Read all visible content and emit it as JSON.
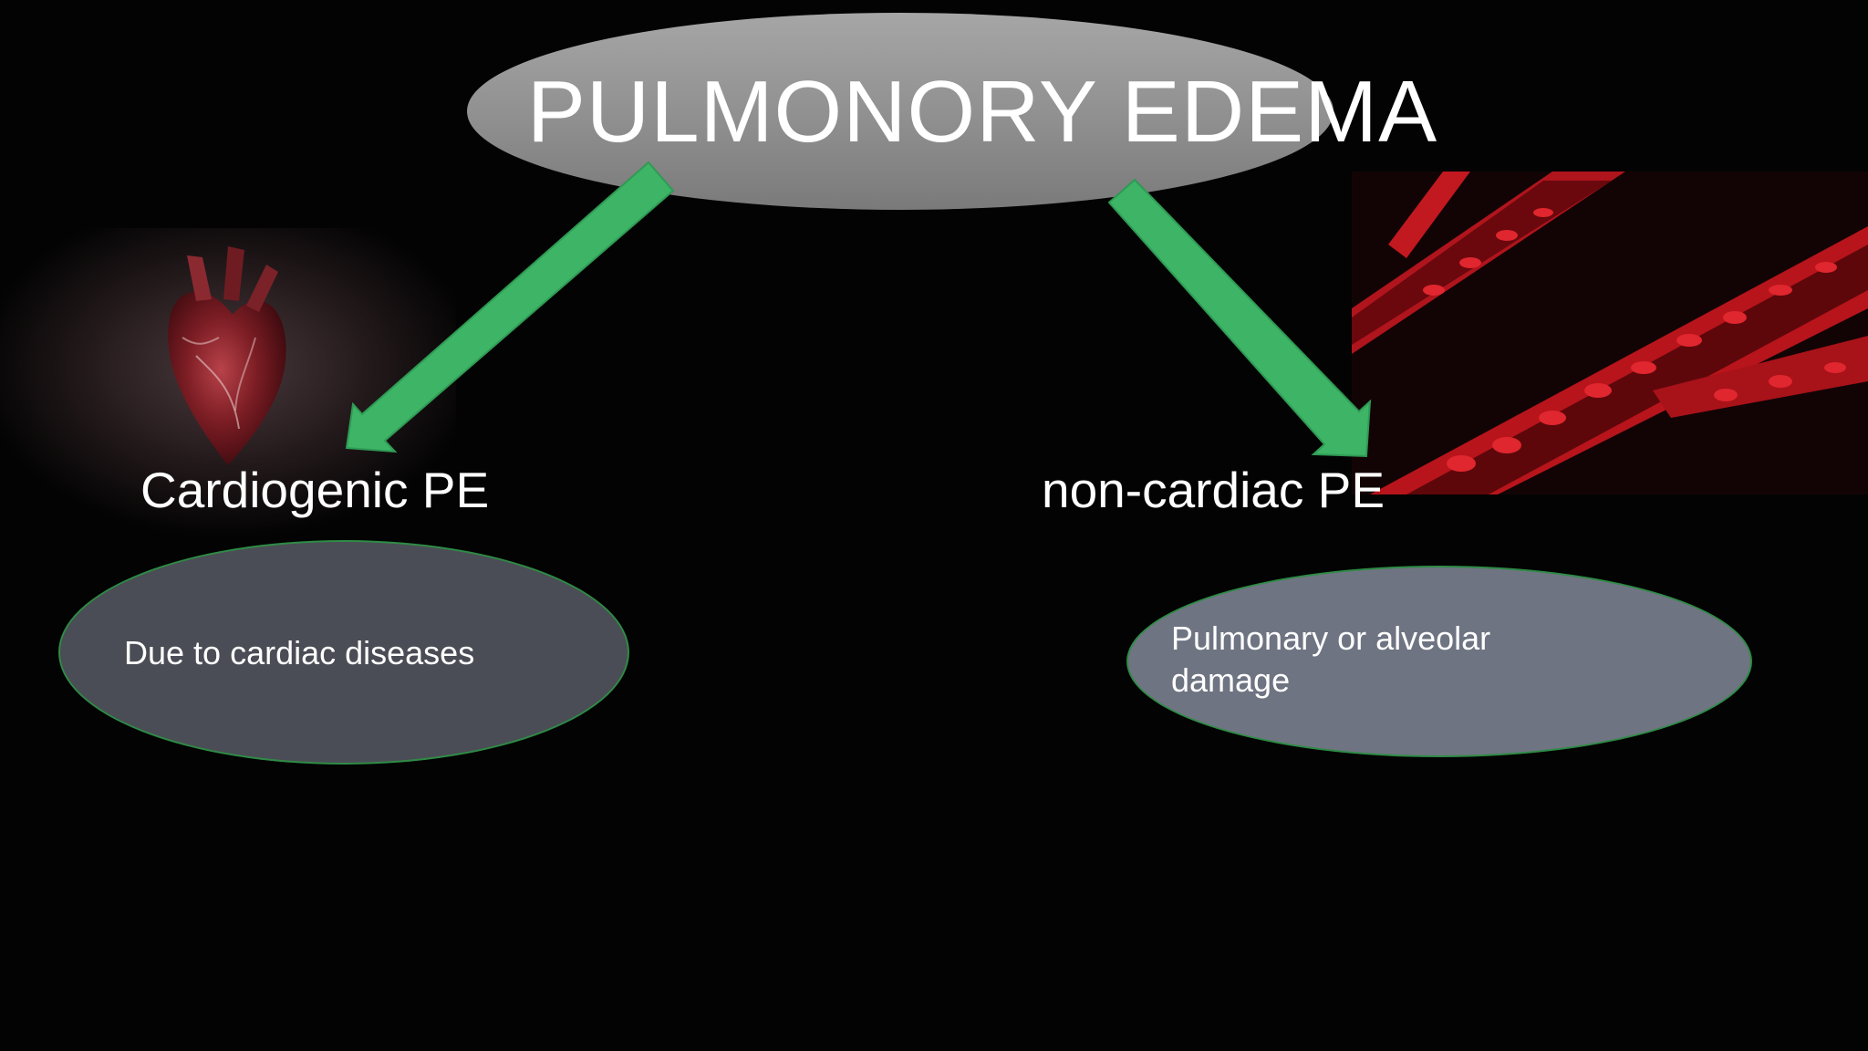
{
  "title": "PULMONORY EDEMA",
  "branches": {
    "left": {
      "label": "Cardiogenic PE",
      "detail": "Due to cardiac diseases",
      "image": "heart-illustration"
    },
    "right": {
      "label": "non-cardiac PE",
      "detail": "Pulmonary or alveolar damage",
      "image": "red-blood-cells-vessel-illustration"
    }
  },
  "colors": {
    "background": "#030303",
    "arrow": "#3db466",
    "title_oval": "#969696",
    "left_oval": "#4a4d55",
    "right_oval": "#6f7482",
    "oval_border": "#2e8b45",
    "text": "#ffffff"
  }
}
